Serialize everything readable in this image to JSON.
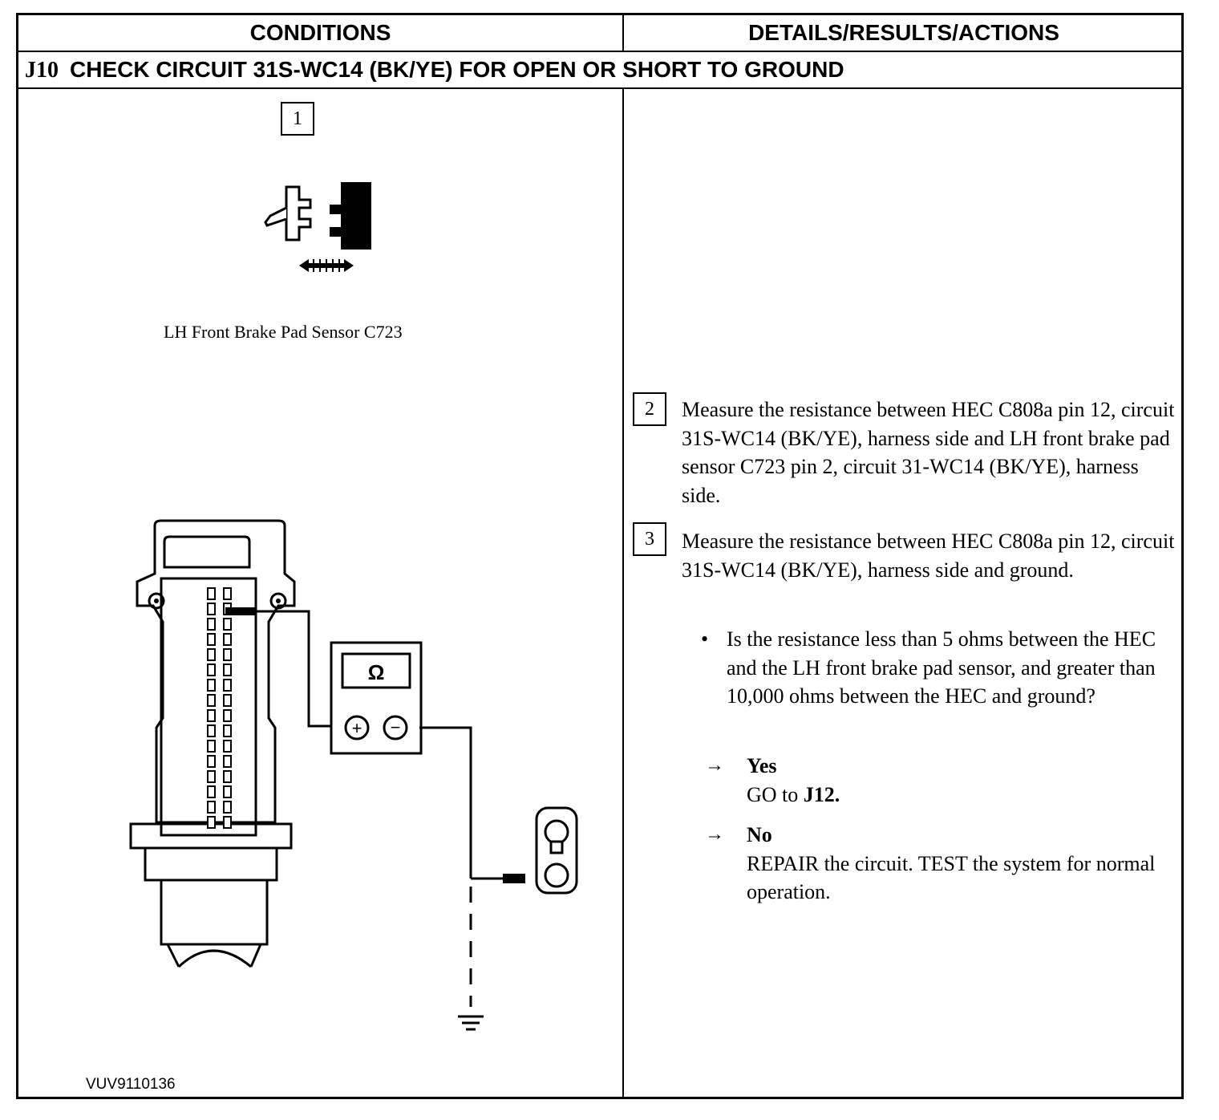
{
  "header": {
    "conditions": "CONDITIONS",
    "details": "DETAILS/RESULTS/ACTIONS"
  },
  "test": {
    "id": "J10",
    "title": "CHECK CIRCUIT 31S-WC14 (BK/YE) FOR OPEN OR SHORT TO GROUND"
  },
  "left": {
    "step1": "1",
    "connector_caption": "LH Front Brake Pad Sensor C723",
    "meter_symbol": "Ω",
    "meter_plus": "+",
    "meter_minus": "−",
    "figure_id": "VUV9110136",
    "icons": [
      "connector-disconnect-icon",
      "double-arrow-icon",
      "multimeter-icon",
      "ground-icon",
      "sensor-connector-icon",
      "harness-connector-icon"
    ]
  },
  "right": {
    "step2": {
      "num": "2",
      "text": "Measure the resistance between HEC C808a pin 12, circuit 31S-WC14 (BK/YE), harness side and LH front brake pad sensor C723 pin 2, circuit 31-WC14 (BK/YE), harness side."
    },
    "step3": {
      "num": "3",
      "text": "Measure the resistance between HEC C808a pin 12, circuit 31S-WC14 (BK/YE), harness side and ground."
    },
    "question": "Is the resistance less than 5 ohms between the HEC and the LH front brake pad sensor, and greater than 10,000 ohms between the HEC and ground?",
    "yes": {
      "label": "Yes",
      "action_prefix": "GO to",
      "action_target": "J12."
    },
    "no": {
      "label": "No",
      "action": "REPAIR the circuit. TEST the system for normal operation."
    }
  }
}
